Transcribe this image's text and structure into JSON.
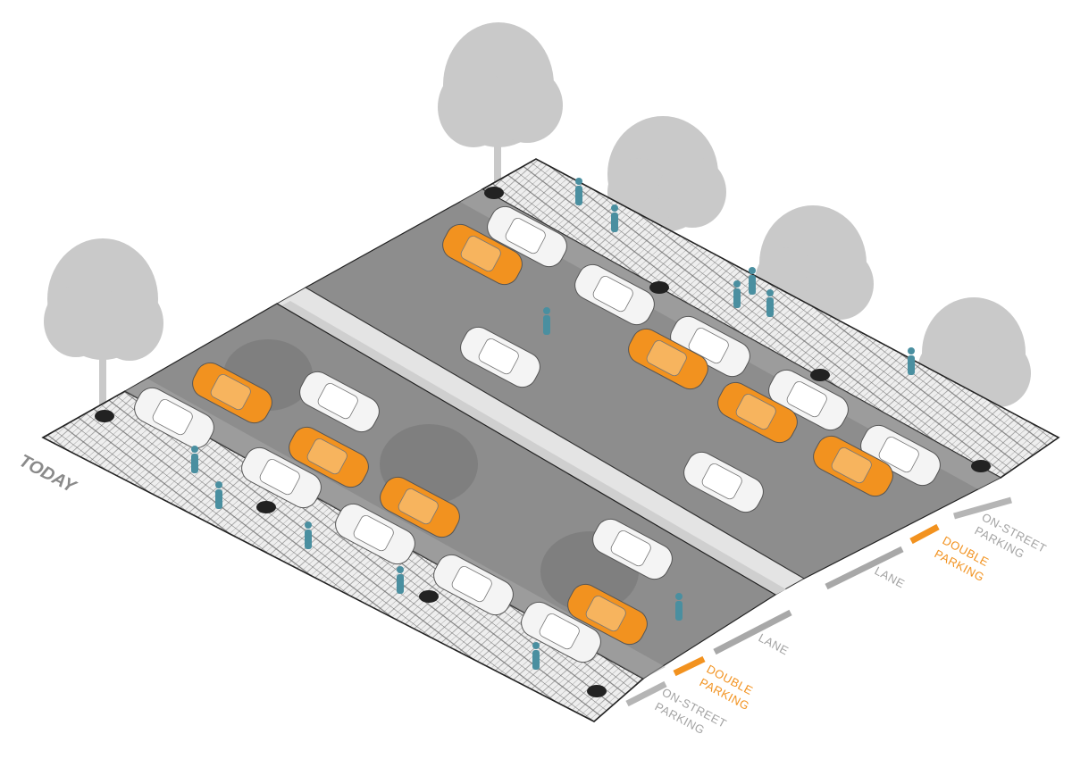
{
  "title": "TODAY",
  "labels": {
    "right_side": {
      "on_street_parking": [
        "ON-STREET",
        "PARKING"
      ],
      "double_parking": [
        "DOUBLE",
        "PARKING"
      ],
      "lane": "LANE"
    },
    "left_side": {
      "lane": "LANE",
      "double_parking": [
        "DOUBLE",
        "PARKING"
      ],
      "on_street_parking": [
        "ON-STREET",
        "PARKING"
      ]
    }
  },
  "colors": {
    "double_parking": "#f2921f",
    "parked_car": "#f4f4f4",
    "road": "#8c8c8c",
    "sidewalk": "#ededed",
    "median": "#e2e2e2",
    "pedestrian": "#4a8fa0",
    "tree": "#c7c7c7",
    "label_gray": "#a3a3a3",
    "title_gray": "#8a8a8a"
  },
  "legend_icons": [
    "lane-bar",
    "double-parking-bar",
    "on-street-parking-bar"
  ]
}
